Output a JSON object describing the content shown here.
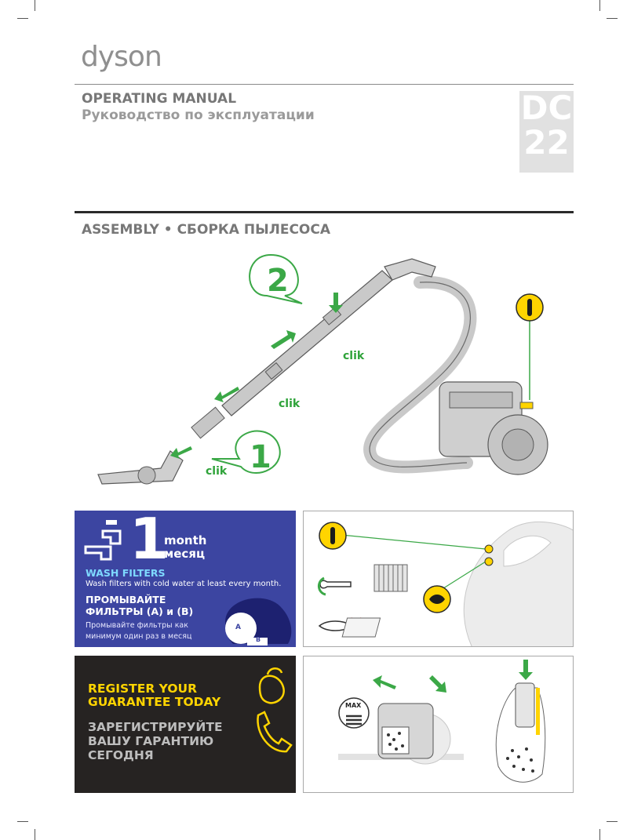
{
  "brand": {
    "logo": "dyson"
  },
  "header": {
    "title_en": "OPERATING MANUAL",
    "title_ru": "Руководство по эксплуатации",
    "model_line1": "DC",
    "model_line2": "22"
  },
  "section": {
    "title": "ASSEMBLY • СБОРКА ПЫЛЕСОСА"
  },
  "assembly": {
    "steps": [
      "1",
      "2"
    ],
    "clik_labels": [
      "clik",
      "clik",
      "clik"
    ]
  },
  "wash_panel": {
    "number": "1",
    "month_en": "month",
    "month_ru": "месяц",
    "heading_en": "WASH FILTERS",
    "text_en": "Wash filters with cold water at least every month.",
    "heading_ru_line1": "ПРОМЫВАЙТЕ",
    "heading_ru_line2": "ФИЛЬТРЫ (А) и (В)",
    "text_ru_line1": "Промывайте фильтры как",
    "text_ru_line2": "минимум один раз в месяц",
    "filter_a": "A",
    "filter_b": "B"
  },
  "register_panel": {
    "en_line1": "REGISTER YOUR",
    "en_line2": "GUARANTEE TODAY",
    "ru_line1": "ЗАРЕГИСТРИРУЙТЕ",
    "ru_line2": "ВАШУ ГАРАНТИЮ",
    "ru_line3": "СЕГОДНЯ"
  },
  "bin_panel": {
    "max_label": "MAX"
  },
  "colors": {
    "accent_green": "#3ba847",
    "wash_blue": "#3c45a1",
    "register_dark": "#262322",
    "brand_yellow": "#ffd400",
    "line_gray": "#8a8a8a"
  }
}
